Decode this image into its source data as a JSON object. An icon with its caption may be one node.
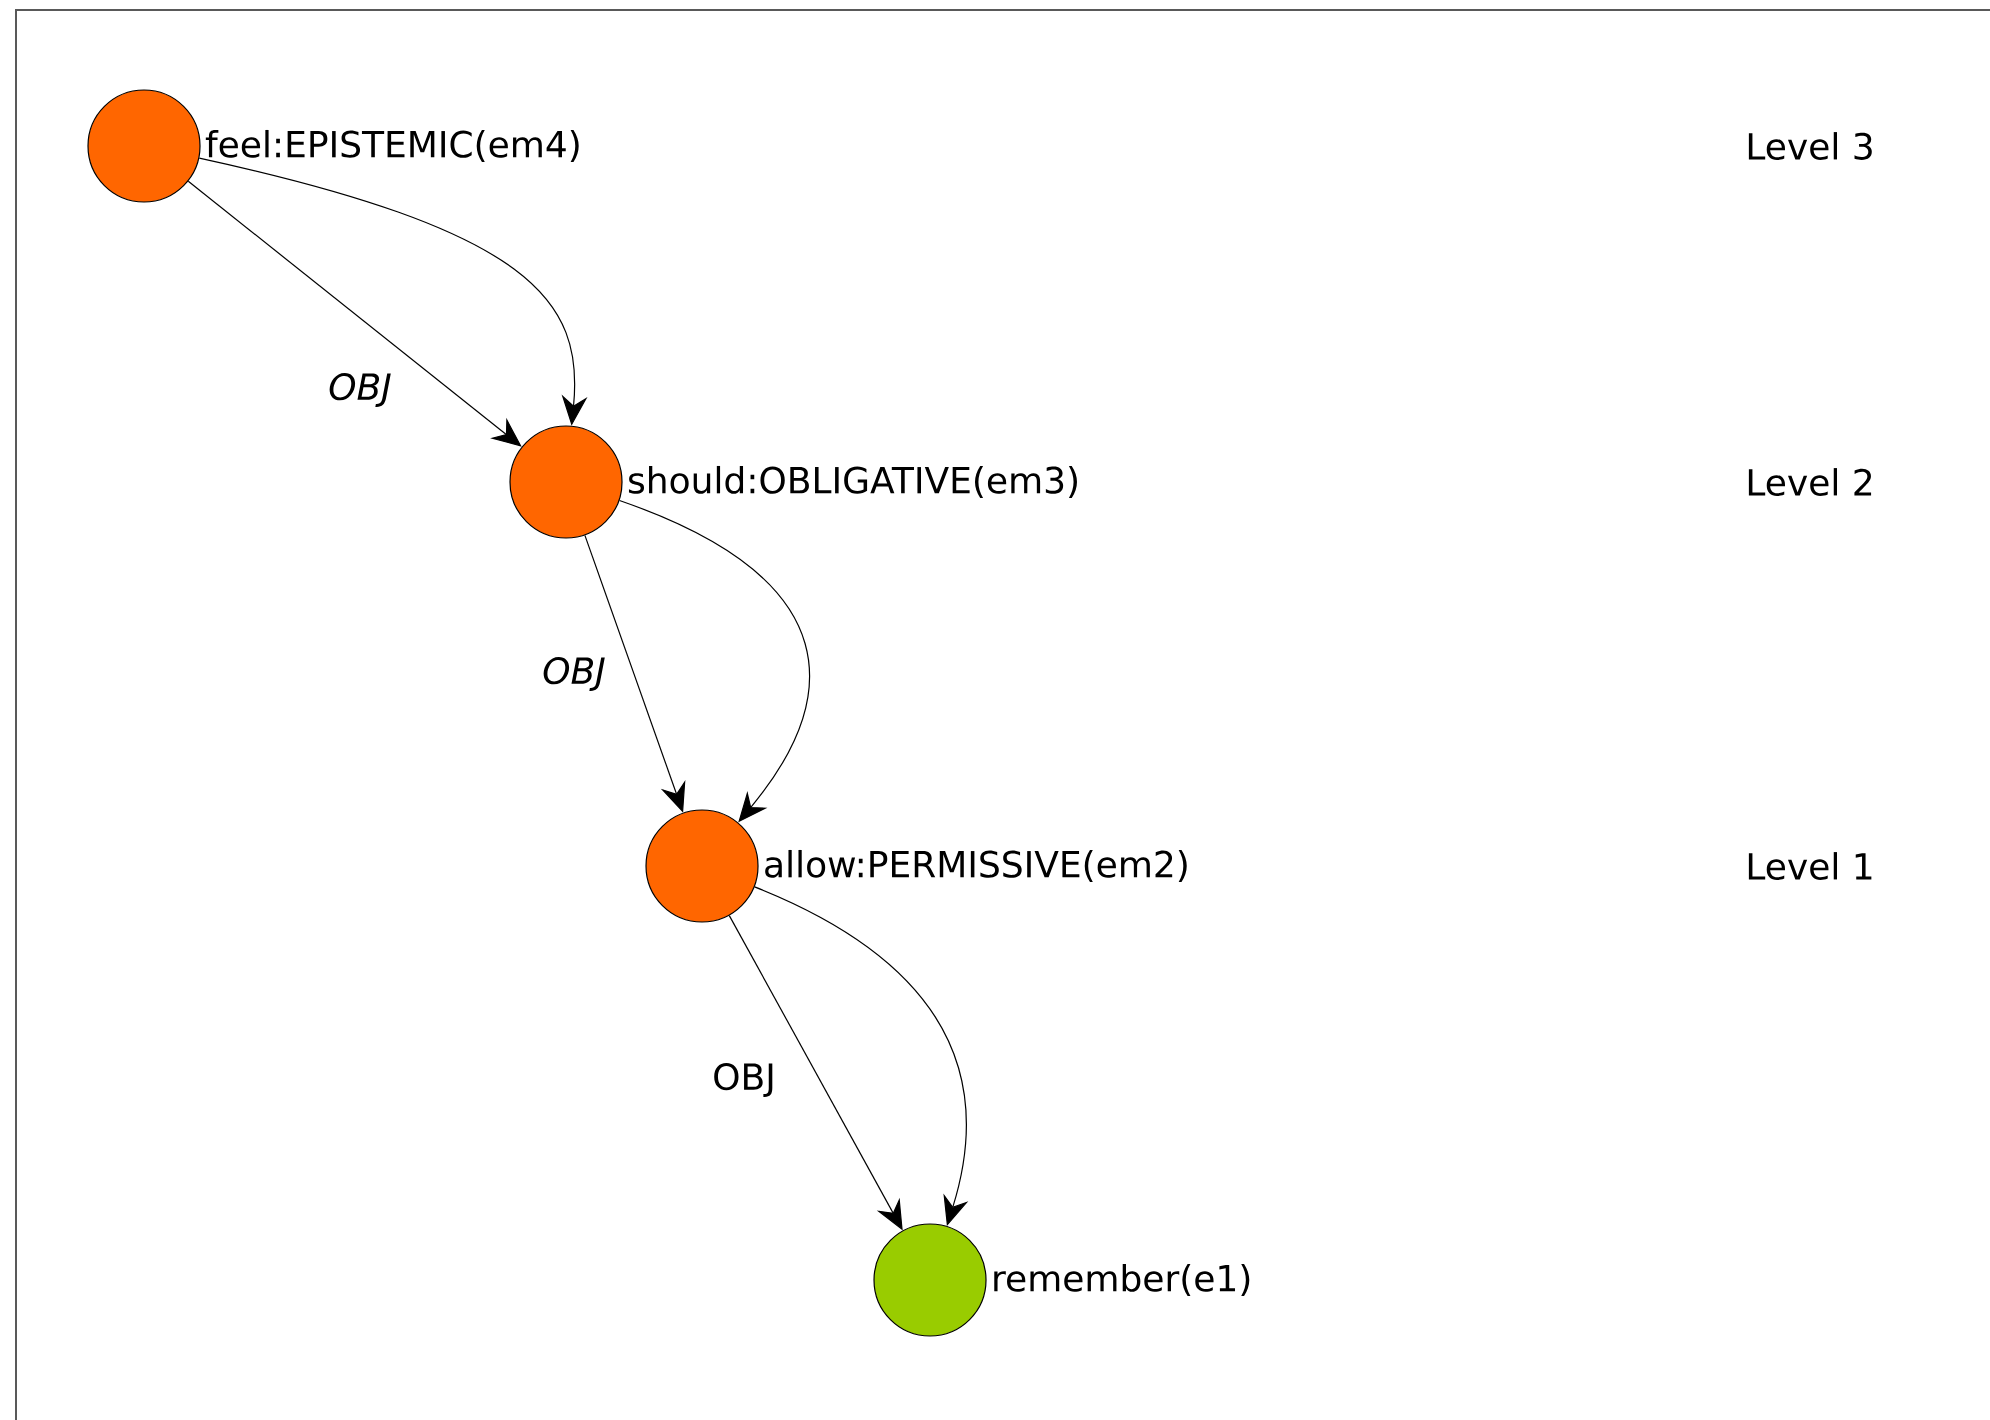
{
  "diagram": {
    "nodes": [
      {
        "text": [],
        "shape": "circle",
        "beside": [
          "feel:EPISTEMIC(em4)"
        ]
      },
      {
        "text": [],
        "shape": "circle",
        "beside": [
          "should:OBLIGATIVE(em3)"
        ]
      },
      {
        "text": [],
        "shape": "circle",
        "beside": [
          "allow:PERMISSIVE(em2)"
        ]
      },
      {
        "text": [],
        "shape": "circle",
        "beside": [
          "remember(e1)"
        ]
      }
    ],
    "edges": [
      {
        "from": 0,
        "to": 1,
        "arrow": "to",
        "label": "OBJ"
      },
      {
        "from": 0,
        "to": 1,
        "arrow": "to"
      },
      {
        "from": 1,
        "to": 2,
        "arrow": "to",
        "label": "OBJ"
      },
      {
        "from": 1,
        "to": 2,
        "arrow": "to"
      },
      {
        "from": 2,
        "to": 3,
        "arrow": "to",
        "label": "OBJ"
      },
      {
        "from": 2,
        "to": 3,
        "arrow": "to"
      }
    ],
    "labels": [
      "Level 3",
      "Level 2",
      "Level 1"
    ]
  }
}
